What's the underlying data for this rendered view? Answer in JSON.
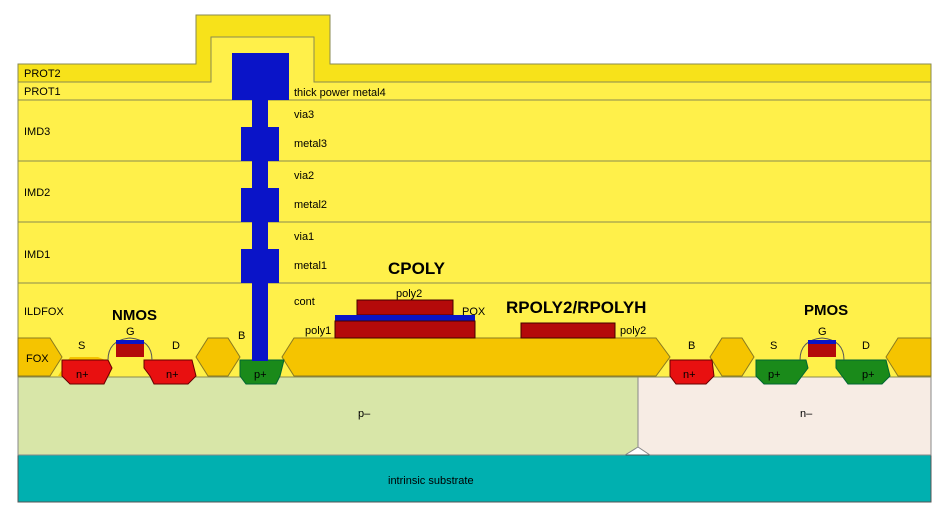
{
  "layers": {
    "prot2": "PROT2",
    "prot1": "PROT1",
    "imd3": "IMD3",
    "imd2": "IMD2",
    "imd1": "IMD1",
    "ildfox": "ILDFOX",
    "fox": "FOX"
  },
  "metal_labels": {
    "thick_power_metal": "thick power metal4",
    "via3": "via3",
    "metal3": "metal3",
    "via2": "via2",
    "metal2": "metal2",
    "via1": "via1",
    "metal1": "metal1",
    "cont": "cont"
  },
  "devices": {
    "nmos": "NMOS",
    "cpoly": "CPOLY",
    "rpoly": "RPOLY2/RPOLYH",
    "pmos": "PMOS"
  },
  "terminals": {
    "source": "S",
    "gate": "G",
    "drain": "D",
    "bulk": "B"
  },
  "cap_labels": {
    "poly1": "poly1",
    "poly2": "poly2",
    "pox": "POX",
    "rpoly2": "poly2"
  },
  "diffusions": {
    "nplus": "n+",
    "pplus": "p+"
  },
  "regions": {
    "pwell": "p–",
    "nwell": "n–",
    "substrate": "intrinsic substrate"
  },
  "colors": {
    "oxide": "#fff04a",
    "oxide_dark": "#f7e21a",
    "fox": "#f5c400",
    "metal": "#0a14c8",
    "poly": "#b40a0a",
    "nplus": "#e81010",
    "pplus": "#1a8a1a",
    "pwell": "#d8e6a8",
    "nwell": "#f7ece4",
    "substrate": "#00b0b0"
  }
}
